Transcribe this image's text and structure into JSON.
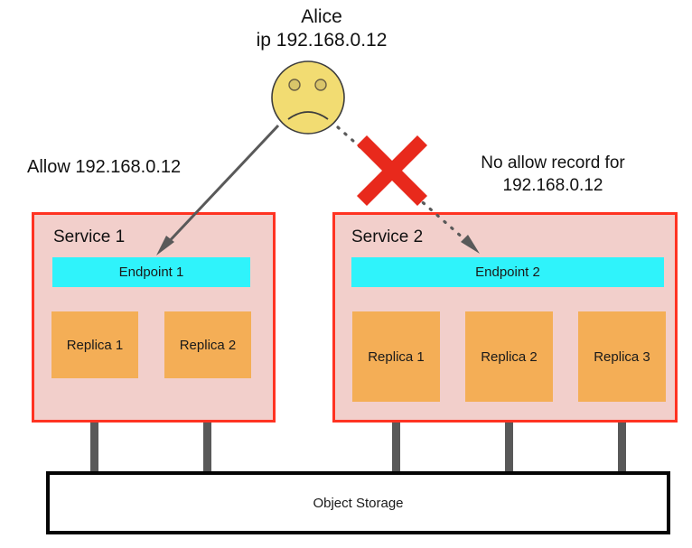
{
  "diagram": {
    "title": "Service endpoint allow-list access diagram",
    "colors": {
      "service_fill": "#f2cfcb",
      "service_border": "#ff3322",
      "endpoint_fill": "#2ff3fb",
      "replica_fill": "#f4ae56",
      "connector": "#595959",
      "arrow": "#595959",
      "cross": "#e8291c",
      "face_fill": "#f2dc72",
      "face_stroke": "#3d3d3d",
      "storage_border": "#050505"
    }
  },
  "actor": {
    "name": "Alice",
    "ip_line": "ip 192.168.0.12",
    "face_icon": "sad-face-icon"
  },
  "annotations": {
    "allow": "Allow 192.168.0.12",
    "deny_line1": "No allow record for",
    "deny_line2": "192.168.0.12",
    "blocked_icon": "red-x-icon"
  },
  "services": [
    {
      "title": "Service 1",
      "endpoint": "Endpoint 1",
      "replicas": [
        "Replica 1",
        "Replica 2"
      ]
    },
    {
      "title": "Service 2",
      "endpoint": "Endpoint 2",
      "replicas": [
        "Replica 1",
        "Replica 2",
        "Replica 3"
      ]
    }
  ],
  "storage": {
    "label": "Object Storage"
  }
}
